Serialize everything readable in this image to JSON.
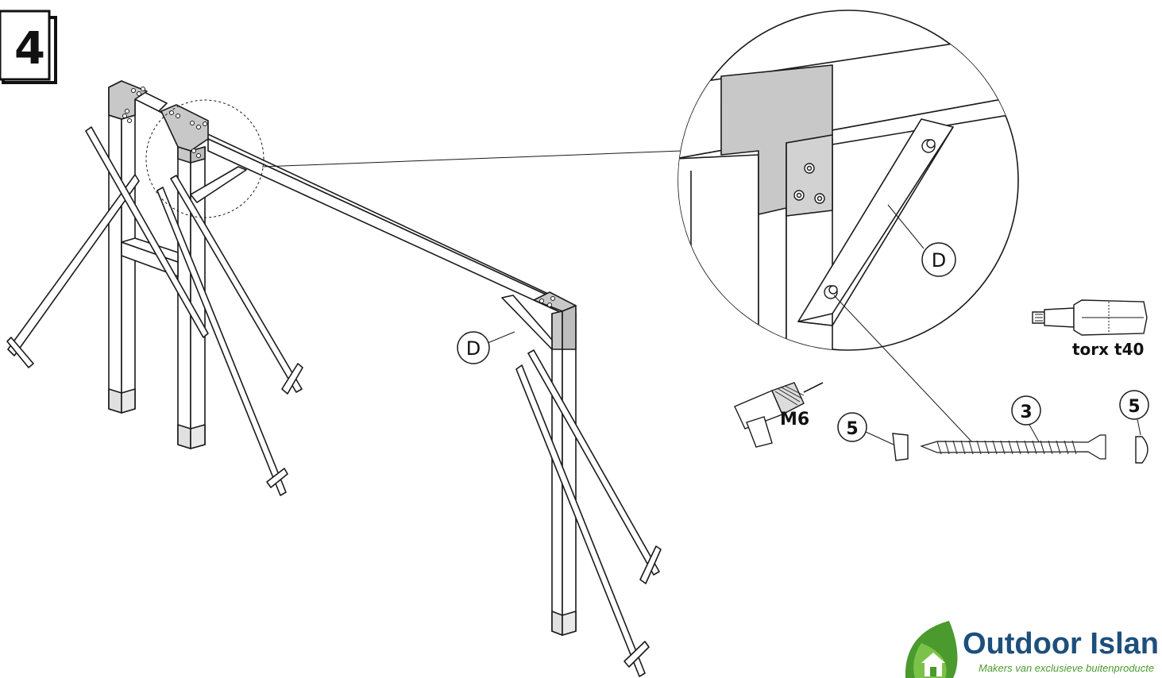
{
  "step": {
    "number": "4"
  },
  "labels": {
    "part_d_main": "D",
    "part_d_detail": "D",
    "drill_size": "M6",
    "bit_name": "torx t40",
    "cap_left": "5",
    "screw": "3",
    "cap_right": "5"
  },
  "logo": {
    "name": "Outdoor Islan",
    "tagline": "Makers van exclusieve buitenproducte"
  },
  "colors": {
    "line": "#1a1a1a",
    "bracket": "#c8c8c8",
    "brand_blue": "#1d4f7c",
    "brand_green": "#4a9a2e"
  }
}
